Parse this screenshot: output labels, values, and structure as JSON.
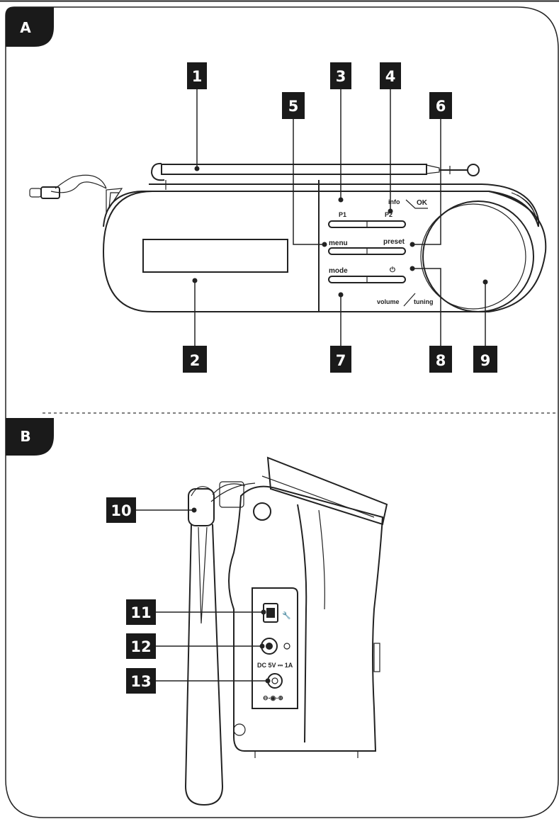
{
  "sections": [
    {
      "id": "A",
      "label": "A"
    },
    {
      "id": "B",
      "label": "B"
    }
  ],
  "callouts": [
    "1",
    "2",
    "3",
    "4",
    "5",
    "6",
    "7",
    "8",
    "9",
    "10",
    "11",
    "12",
    "13"
  ],
  "device_labels": {
    "p1": "P1",
    "p2": "P2",
    "info": "info",
    "ok": "OK",
    "menu": "menu",
    "preset": "preset",
    "mode": "mode",
    "volume": "volume",
    "tuning": "tuning",
    "power": "⏻",
    "dc": "DC 5V ⎓ 1A",
    "polarity": "⊖-◉-⊕"
  }
}
